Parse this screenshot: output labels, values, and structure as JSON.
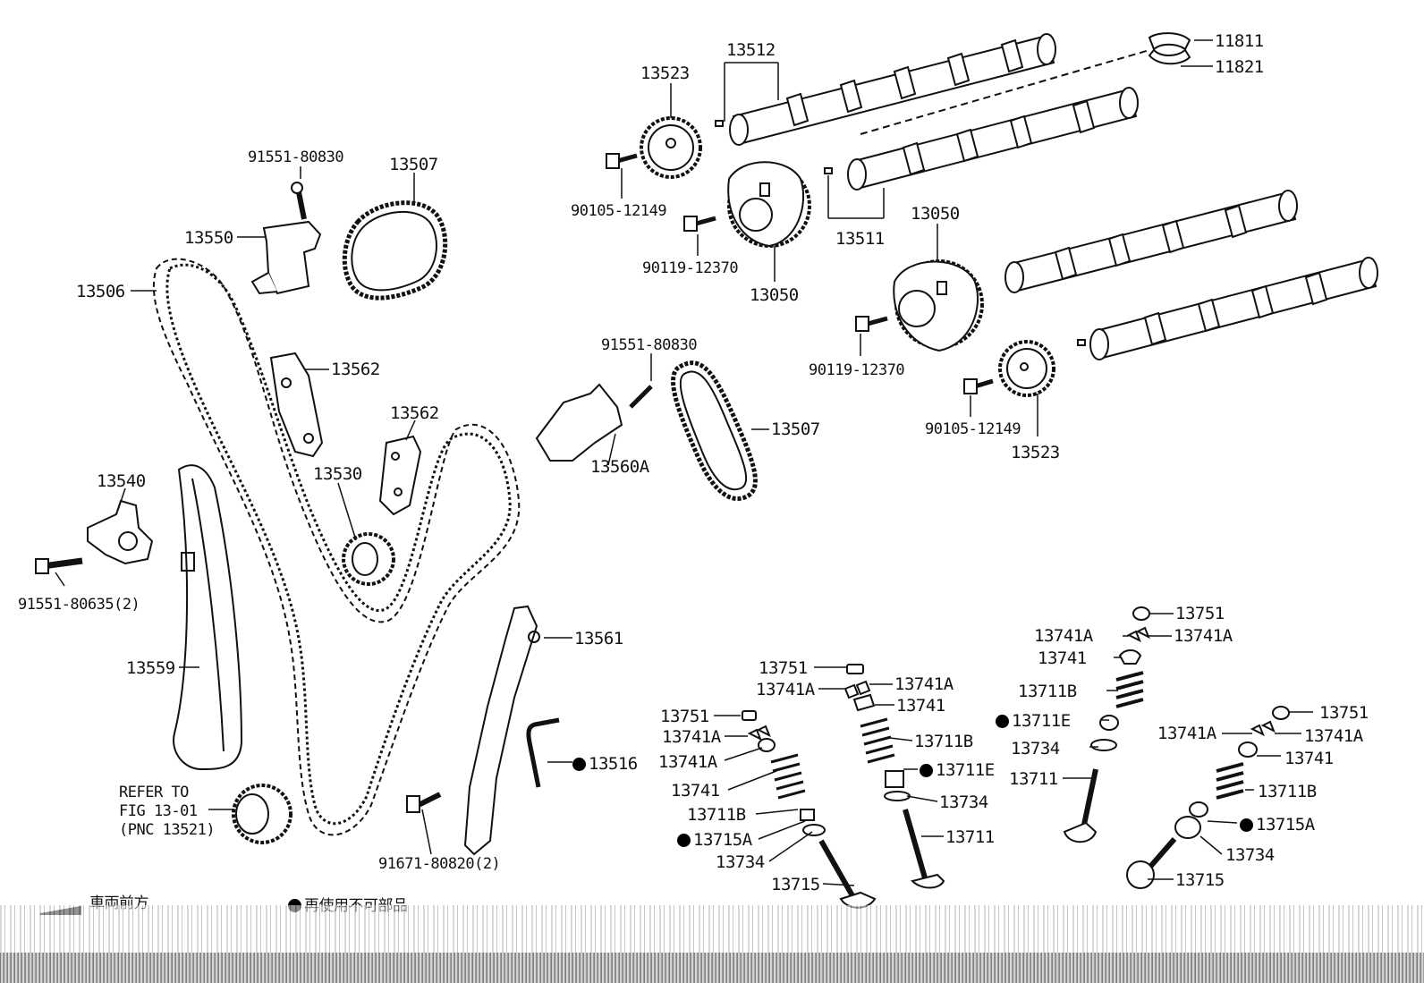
{
  "labels": {
    "l_91551_80830_a": "91551-80830",
    "l_13507_a": "13507",
    "l_13550": "13550",
    "l_13506": "13506",
    "l_13562_a": "13562",
    "l_13562_b": "13562",
    "l_13530": "13530",
    "l_13540": "13540",
    "l_91551_80635": "91551-80635(2)",
    "l_13559": "13559",
    "l_refer1": "REFER TO",
    "l_refer2": "FIG 13-01",
    "l_refer3": "(PNC 13521)",
    "l_91671": "91671-80820(2)",
    "l_13561": "13561",
    "l_13516": "13516",
    "l_91551_80830_b": "91551-80830",
    "l_13560A": "13560A",
    "l_13507_b": "13507",
    "l_13523_a": "13523",
    "l_13512": "13512",
    "l_90105_a": "90105-12149",
    "l_90119_a": "90119-12370",
    "l_13050_a": "13050",
    "l_13511": "13511",
    "l_13050_b": "13050",
    "l_11811": "11811",
    "l_11821": "11821",
    "l_90119_b": "90119-12370",
    "l_90105_b": "90105-12149",
    "l_13523_b": "13523",
    "l_13751_a": "13751",
    "l_13741A_a": "13741A",
    "l_13741A_b": "13741A",
    "l_13741_a": "13741",
    "l_13711B_a": "13711B",
    "l_13711E_a": "13711E",
    "l_13734_a": "13734",
    "l_13711_a": "13711",
    "l_13751_b": "13751",
    "l_13741A_c": "13741A",
    "l_13741A_d": "13741A",
    "l_13741_b": "13741",
    "l_13711B_b": "13711B",
    "l_13711E_b": "13711E",
    "l_13734_b": "13734",
    "l_13711_b": "13711",
    "l_13751_c": "13751",
    "l_13741A_e": "13741A",
    "l_13741A_f": "13741A",
    "l_13741_c": "13741",
    "l_13711B_c": "13711B",
    "l_13715A_a": "13715A",
    "l_13734_c": "13734",
    "l_13715_a": "13715",
    "l_13751_d": "13751",
    "l_13741A_g": "13741A",
    "l_13741A_h": "13741A",
    "l_13741_d": "13741",
    "l_13711B_d": "13711B",
    "l_13715A_b": "13715A",
    "l_13734_d": "13734",
    "l_13715_b": "13715"
  },
  "legend": {
    "vehicle_front": "車両前方",
    "non_reusable": "再使用不可部品"
  }
}
